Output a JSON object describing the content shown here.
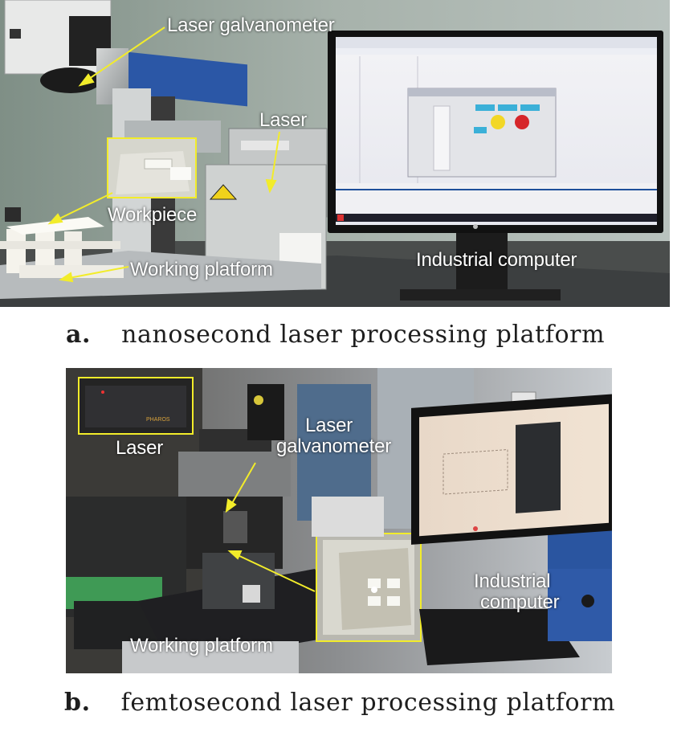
{
  "figure": {
    "panel_a": {
      "labels": {
        "laser_galvanometer": "Laser galvanometer",
        "laser": "Laser",
        "workpiece": "Workpiece",
        "working_platform": "Working platform",
        "industrial_computer": "Industrial computer"
      },
      "caption_marker": "a.",
      "caption_text": "nanosecond laser processing platform"
    },
    "panel_b": {
      "labels": {
        "laser": "Laser",
        "laser_galvanometer_line1": "Laser",
        "laser_galvanometer_line2": "galvanometer",
        "industrial_computer_line1": "Industrial",
        "industrial_computer_line2": "computer",
        "working_platform": "Working platform",
        "laser_unit_brand": "PHAROS"
      },
      "caption_marker": "b.",
      "caption_text": "femtosecond laser processing platform"
    }
  },
  "colors": {
    "annotation_yellow": "#f2ec2a",
    "label_text": "#ffffff",
    "caption_text": "#1e1e1e"
  }
}
